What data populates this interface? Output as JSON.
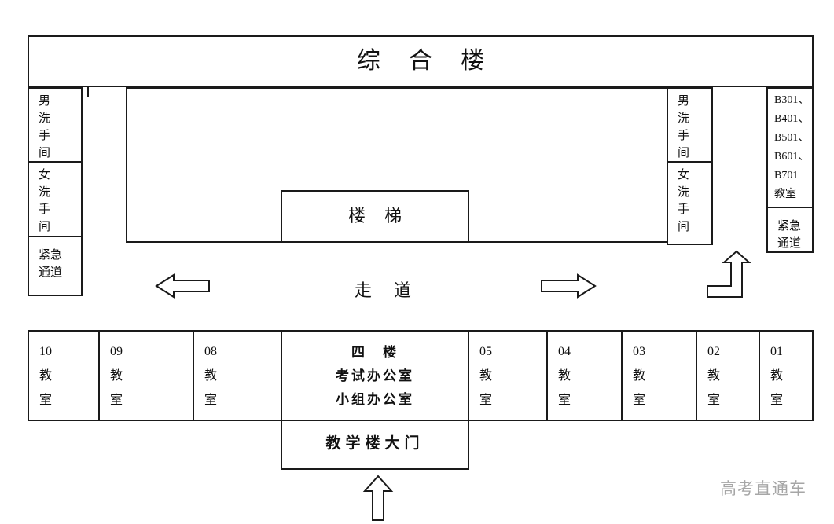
{
  "title": "综合楼",
  "stairs_label": "楼梯",
  "corridor_label": "走道",
  "left_wing": {
    "male_restroom": "男\n洗\n手\n间",
    "female_restroom": "女\n洗\n手\n间",
    "emergency_exit": "紧急\n通道"
  },
  "right_wing": {
    "male_restroom": "男\n洗\n手\n间",
    "female_restroom": "女\n洗\n手\n间",
    "b_classrooms": "B301、\nB401、\nB501、\nB601、\nB701\n教室",
    "emergency_exit": "紧急\n通道"
  },
  "classrooms": [
    {
      "label": "10\n教\n室"
    },
    {
      "label": "09\n教\n室"
    },
    {
      "label": "08\n教\n室"
    },
    {
      "label": "05\n教\n室"
    },
    {
      "label": "04\n教\n室"
    },
    {
      "label": "03\n教\n室"
    },
    {
      "label": "02\n教\n室"
    },
    {
      "label": "01\n教\n室"
    }
  ],
  "office_label": "四　楼\n考试办公室\n小组办公室",
  "gate_label": "教学楼大门",
  "watermark": "高考直通车",
  "icons": {
    "corridor_left": "left-arrow",
    "corridor_right": "right-arrow",
    "corridor_up_turn": "up-turn-arrow",
    "entrance": "up-arrow"
  },
  "colors": {
    "line": "#1a1a1a",
    "text": "#111111",
    "watermark": "#a6a6a6"
  }
}
